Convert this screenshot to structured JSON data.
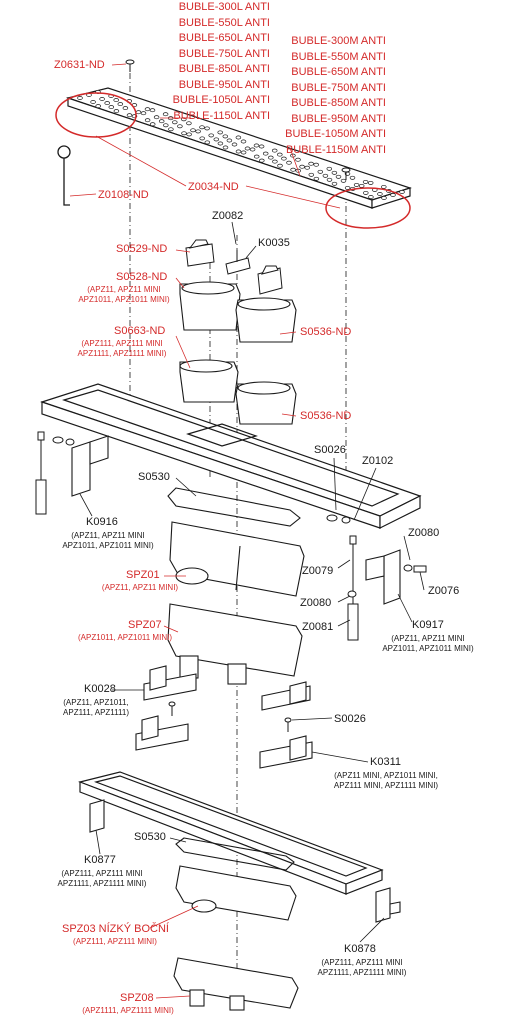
{
  "colors": {
    "line": "#1a1a1a",
    "red": "#d42a2a"
  },
  "buble_l": [
    "BUBLE-300L ANTI",
    "BUBLE-550L ANTI",
    "BUBLE-650L ANTI",
    "BUBLE-750L ANTI",
    "BUBLE-850L ANTI",
    "BUBLE-950L ANTI",
    "BUBLE-1050L ANTI",
    "BUBLE-1150L ANTI"
  ],
  "buble_m": [
    "BUBLE-300M ANTI",
    "BUBLE-550M ANTI",
    "BUBLE-650M ANTI",
    "BUBLE-750M ANTI",
    "BUBLE-850M ANTI",
    "BUBLE-950M ANTI",
    "BUBLE-1050M ANTI",
    "BUBLE-1150M ANTI"
  ],
  "labels": {
    "z0631": "Z0631-ND",
    "z0108": "Z0108-ND",
    "z0034": "Z0034-ND",
    "z0082": "Z0082",
    "k0035": "K0035",
    "s0529": "S0529-ND",
    "s0528": "S0528-ND",
    "s0528_sub": [
      "(APZ11, APZ11 MINI",
      "APZ1011, APZ1011 MINI)"
    ],
    "s0663": "S0663-ND",
    "s0663_sub": [
      "(APZ111, APZ111 MINI",
      "APZ1111, APZ1111 MINI)"
    ],
    "s0536a": "S0536-ND",
    "s0536b": "S0536-ND",
    "s0026a": "S0026",
    "z0102": "Z0102",
    "s0530a": "S0530",
    "k0916": "K0916",
    "k0916_sub": [
      "(APZ11, APZ11 MINI",
      "APZ1011, APZ1011 MINI)"
    ],
    "z0080a": "Z0080",
    "z0079": "Z0079",
    "z0076": "Z0076",
    "z0080b": "Z0080",
    "z0081": "Z0081",
    "spz01": "SPZ01",
    "spz01_sub": "(APZ11, APZ11 MINI)",
    "spz07": "SPZ07",
    "spz07_sub": "(APZ1011, APZ1011 MINI)",
    "k0917": "K0917",
    "k0917_sub": [
      "(APZ11, APZ11 MINI",
      "APZ1011, APZ1011 MINI)"
    ],
    "k0028": "K0028",
    "k0028_sub": [
      "(APZ11, APZ1011,",
      "APZ111, APZ1111)"
    ],
    "s0026b": "S0026",
    "k0311": "K0311",
    "k0311_sub": [
      "(APZ11 MINI, APZ1011 MINI,",
      "APZ111 MINI, APZ1111 MINI)"
    ],
    "k0877": "K0877",
    "k0877_sub": [
      "(APZ111, APZ111 MINI",
      "APZ1111, APZ1111 MINI)"
    ],
    "s0530b": "S0530",
    "spz03": "SPZ03 NÍZKÝ BOČNÍ",
    "spz03_sub": "(APZ111, APZ111 MINI)",
    "k0878": "K0878",
    "k0878_sub": [
      "(APZ111, APZ111 MINI",
      "APZ1111, APZ1111 MINI)"
    ],
    "spz08": "SPZ08",
    "spz08_sub": "(APZ1111, APZ1111 MINI)"
  }
}
